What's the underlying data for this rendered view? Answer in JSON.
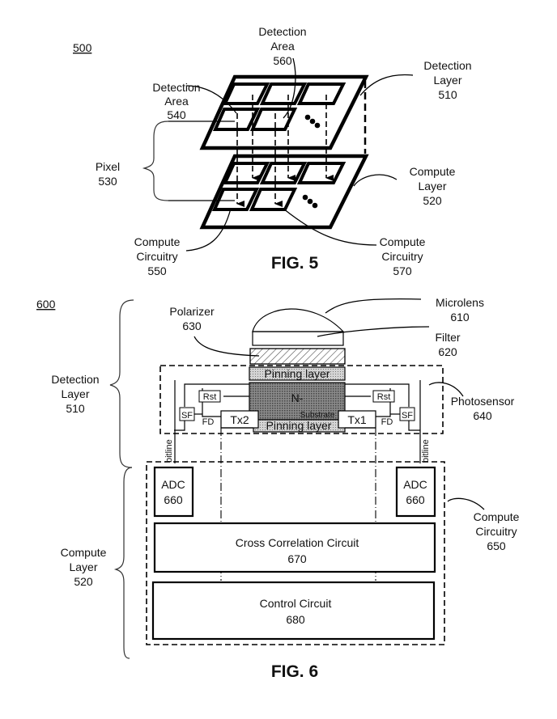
{
  "fig5": {
    "ref": "500",
    "caption": "FIG. 5",
    "labels": {
      "detection_area_540": [
        "Detection",
        "Area",
        "540"
      ],
      "detection_area_560": [
        "Detection",
        "Area",
        "560"
      ],
      "detection_layer_510": [
        "Detection",
        "Layer",
        "510"
      ],
      "pixel_530": [
        "Pixel",
        "530"
      ],
      "compute_layer_520": [
        "Compute",
        "Layer",
        "520"
      ],
      "compute_circuitry_550": [
        "Compute",
        "Circuitry",
        "550"
      ],
      "compute_circuitry_570": [
        "Compute",
        "Circuitry",
        "570"
      ]
    }
  },
  "fig6": {
    "ref": "600",
    "caption": "FIG. 6",
    "labels": {
      "microlens_610": [
        "Microlens",
        "610"
      ],
      "filter_620": [
        "Filter",
        "620"
      ],
      "polarizer_630": [
        "Polarizer",
        "630"
      ],
      "photosensor_640": [
        "Photosensor",
        "640"
      ],
      "detection_layer_510": [
        "Detection",
        "Layer",
        "510"
      ],
      "compute_layer_520": [
        "Compute",
        "Layer",
        "520"
      ],
      "compute_circuitry_650": [
        "Compute",
        "Circuitry",
        "650"
      ]
    },
    "pixel": {
      "pinning_top": "Pinning layer",
      "pinning_bottom": "Pinning layer",
      "n_region": "N-",
      "substrate": "Substrate",
      "tx2": "Tx2",
      "tx1": "Tx1",
      "rst_left": "Rst",
      "rst_right": "Rst",
      "sf_left": "SF",
      "sf_right": "SF",
      "fd_left": "FD",
      "fd_right": "FD",
      "bitline_left": "bitline",
      "bitline_right": "bitline"
    },
    "blocks": {
      "adc_left": [
        "ADC",
        "660"
      ],
      "adc_right": [
        "ADC",
        "660"
      ],
      "cross_correlation": [
        "Cross Correlation Circuit",
        "670"
      ],
      "control": [
        "Control Circuit",
        "680"
      ]
    }
  }
}
